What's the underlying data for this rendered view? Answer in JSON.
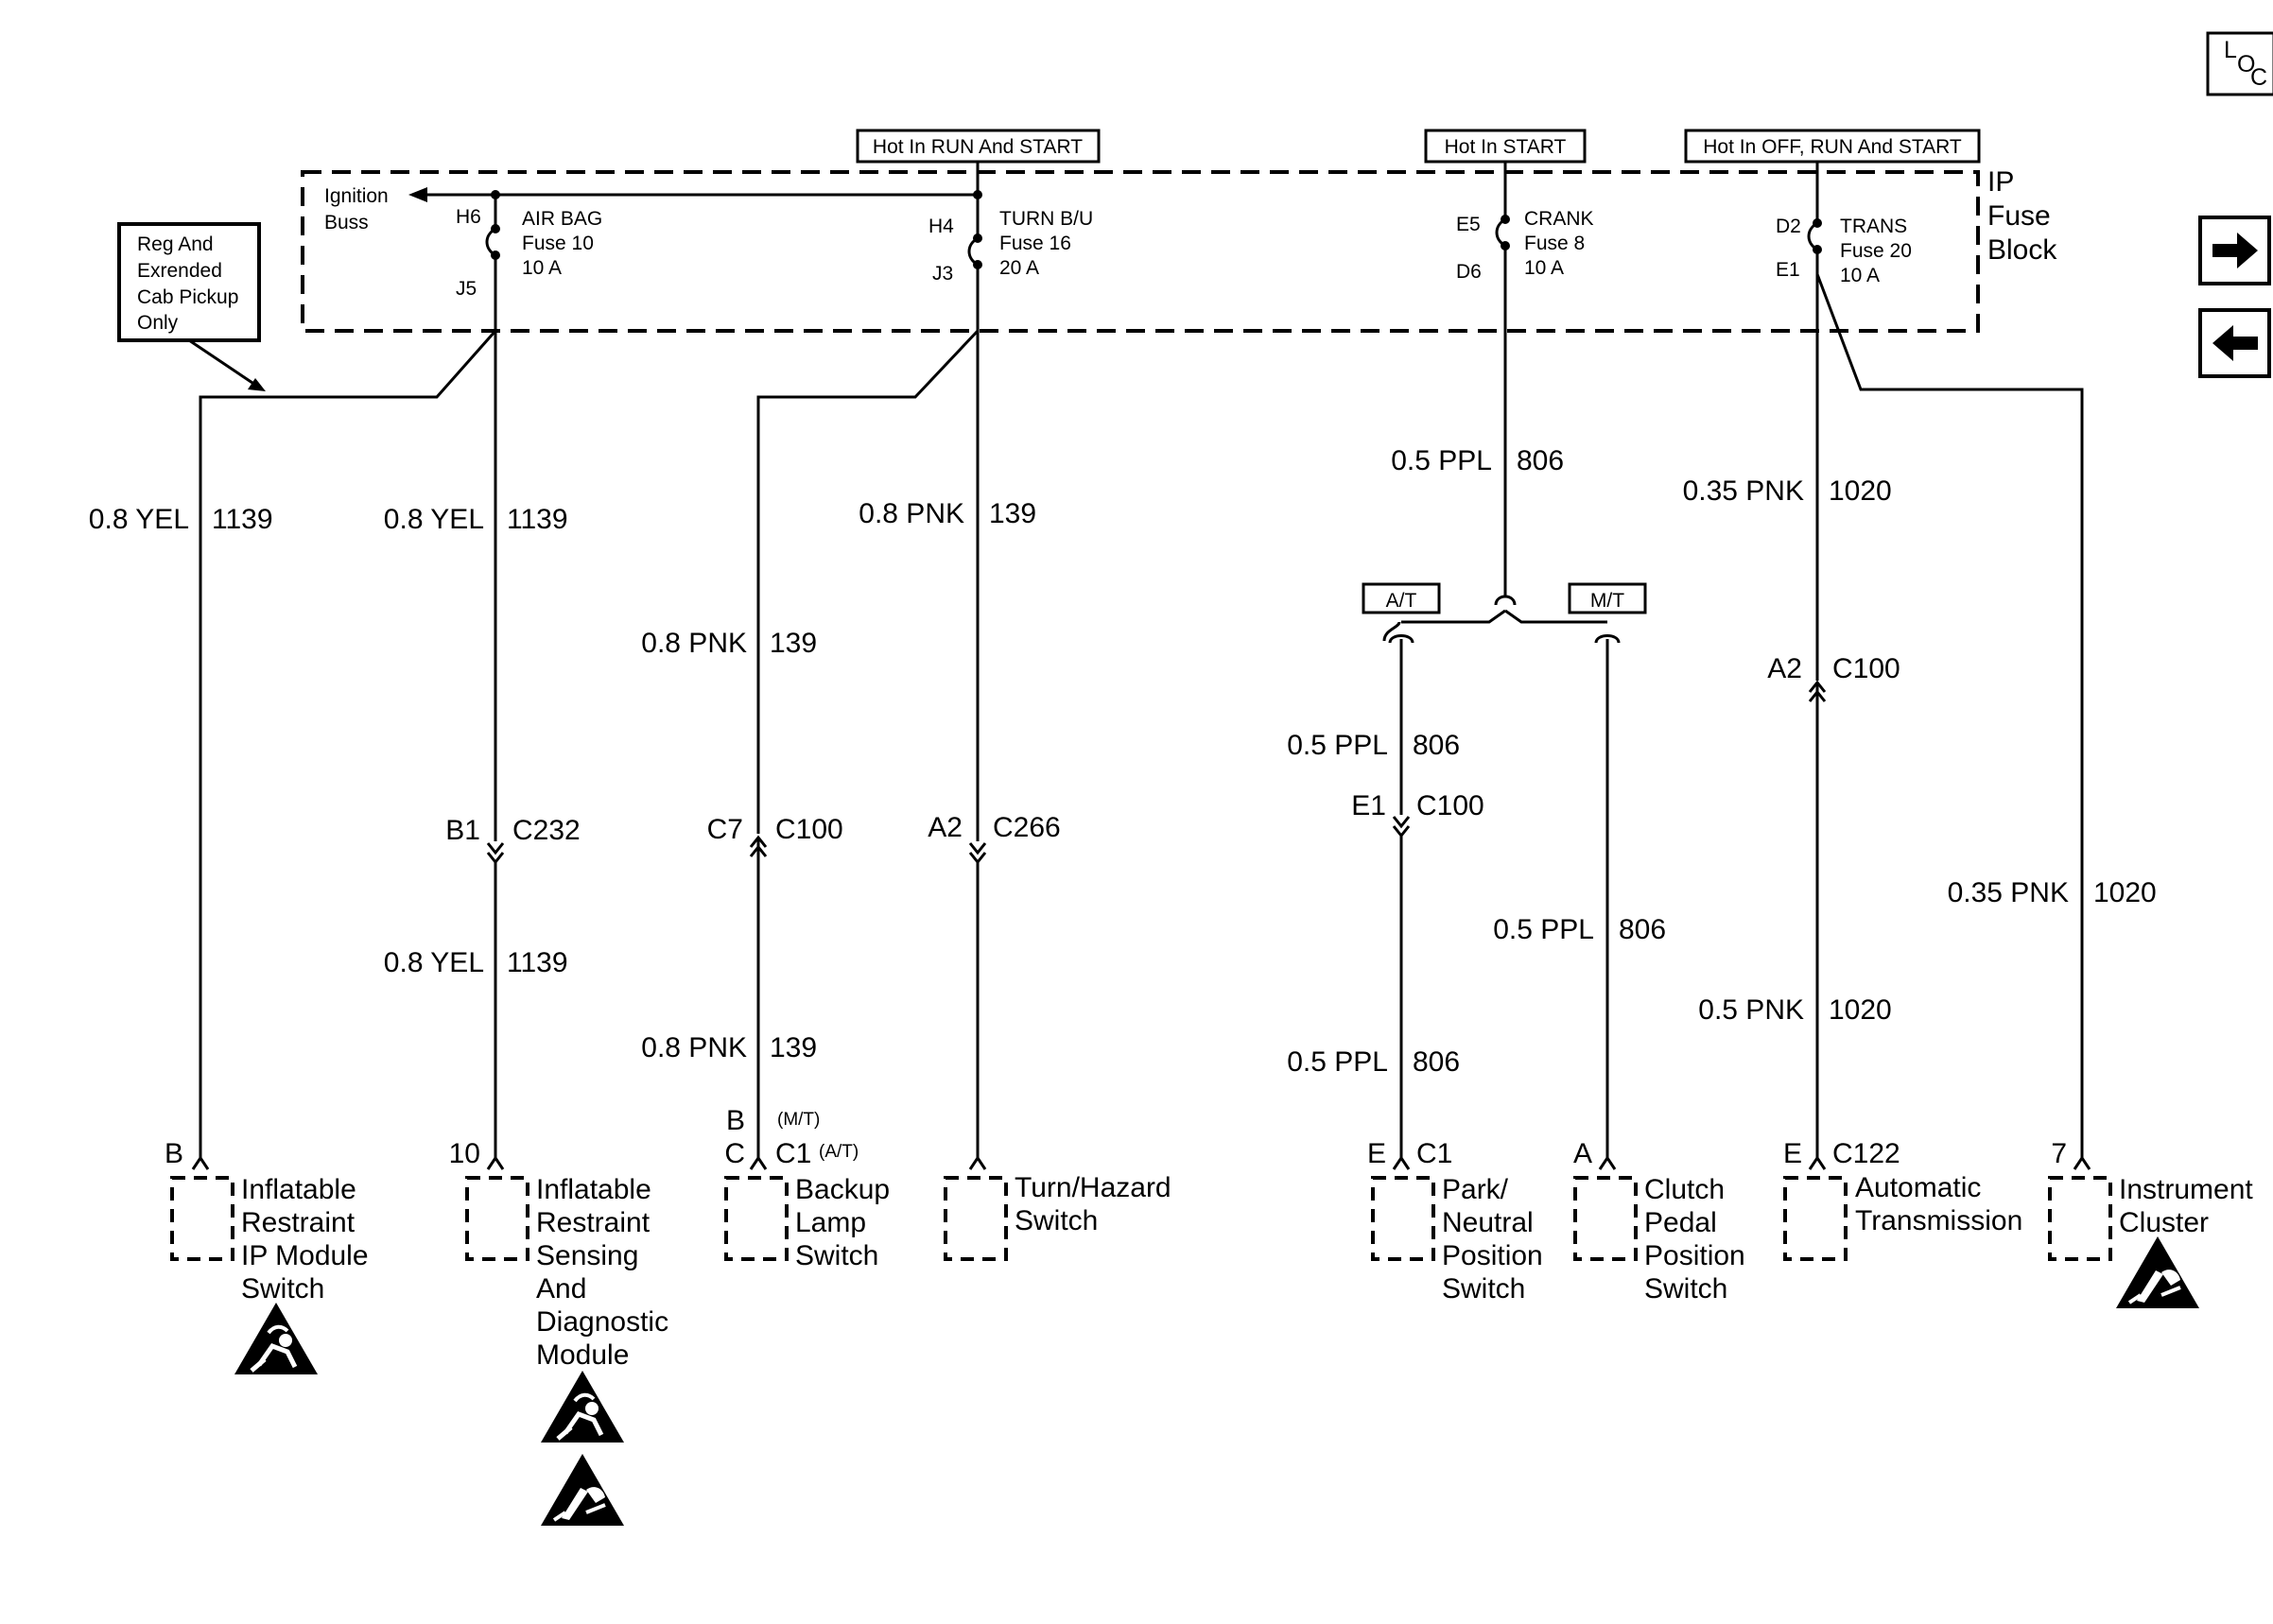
{
  "fuse_block": {
    "label_lines": [
      "IP",
      "Fuse",
      "Block"
    ],
    "ignition_buss": [
      "Ignition",
      "Buss"
    ],
    "note": [
      "Reg And",
      "Exrended",
      "Cab Pickup",
      "Only"
    ]
  },
  "hot_labels": {
    "run_start": "Hot In RUN And START",
    "start": "Hot In START",
    "off_run_start": "Hot In OFF, RUN And START"
  },
  "fuses": {
    "airbag": {
      "pin_in": "H6",
      "pin_out": "J5",
      "lines": [
        "AIR BAG",
        "Fuse 10",
        "10 A"
      ]
    },
    "turn": {
      "pin_in": "H4",
      "pin_out": "J3",
      "lines": [
        "TURN B/U",
        "Fuse 16",
        "20 A"
      ]
    },
    "crank": {
      "pin_in": "E5",
      "pin_out": "D6",
      "lines": [
        "CRANK",
        "Fuse 8",
        "10 A"
      ]
    },
    "trans": {
      "pin_in": "D2",
      "pin_out": "E1",
      "lines": [
        "TRANS",
        "Fuse 20",
        "10 A"
      ]
    }
  },
  "wires": {
    "w1": {
      "color": "0.8 YEL",
      "circuit": "1139"
    },
    "w2a": {
      "color": "0.8 YEL",
      "circuit": "1139"
    },
    "w2b": {
      "color": "0.8 YEL",
      "circuit": "1139"
    },
    "w3a": {
      "color": "0.8 PNK",
      "circuit": "139"
    },
    "w3b": {
      "color": "0.8 PNK",
      "circuit": "139"
    },
    "w4": {
      "color": "0.8 PNK",
      "circuit": "139"
    },
    "w5": {
      "color": "0.5 PPL",
      "circuit": "806"
    },
    "w6a": {
      "color": "0.5 PPL",
      "circuit": "806"
    },
    "w6b": {
      "color": "0.5 PPL",
      "circuit": "806"
    },
    "w7": {
      "color": "0.5 PPL",
      "circuit": "806"
    },
    "w8a": {
      "color": "0.35 PNK",
      "circuit": "1020"
    },
    "w8b": {
      "color": "0.5 PNK",
      "circuit": "1020"
    },
    "w9": {
      "color": "0.35 PNK",
      "circuit": "1020"
    }
  },
  "connectors": {
    "c232": {
      "pin": "B1",
      "name": "C232"
    },
    "c100_backup": {
      "pin": "C7",
      "name": "C100"
    },
    "c266": {
      "pin": "A2",
      "name": "C266"
    },
    "c100_pnp": {
      "pin": "E1",
      "name": "C100"
    },
    "c100_trans": {
      "pin": "A2",
      "name": "C100"
    }
  },
  "tags": {
    "at": "A/T",
    "mt": "M/T"
  },
  "components": {
    "ir_switch": {
      "pin": "B",
      "lines": [
        "Inflatable",
        "Restraint",
        "IP Module",
        "Switch"
      ]
    },
    "sdm": {
      "pin": "10",
      "lines": [
        "Inflatable",
        "Restraint",
        "Sensing",
        "And",
        "Diagnostic",
        "Module"
      ]
    },
    "backup": {
      "pin_mt": "B",
      "conn_mt": "(M/T)",
      "pin_at": "C",
      "conn": "C1",
      "conn_at": "(A/T)",
      "lines": [
        "Backup",
        "Lamp",
        "Switch"
      ]
    },
    "turn_hazard": {
      "lines": [
        "Turn/Hazard",
        "Switch"
      ]
    },
    "pnp": {
      "pin": "E",
      "conn": "C1",
      "lines": [
        "Park/",
        "Neutral",
        "Position",
        "Switch"
      ]
    },
    "clutch": {
      "pin": "A",
      "lines": [
        "Clutch",
        "Pedal",
        "Position",
        "Switch"
      ]
    },
    "auto_trans": {
      "pin": "E",
      "conn": "C122",
      "lines": [
        "Automatic",
        "Transmission"
      ]
    },
    "cluster": {
      "pin": "7",
      "lines": [
        "Instrument",
        "Cluster"
      ]
    }
  },
  "loc_label": {
    "l": "L",
    "o": "O",
    "c": "C"
  },
  "icons": {
    "airbag": "airbag-warning-icon",
    "esd": "esd-warning-icon",
    "forward": "arrow-right-icon",
    "back": "arrow-left-icon",
    "loc": "locator-icon"
  }
}
